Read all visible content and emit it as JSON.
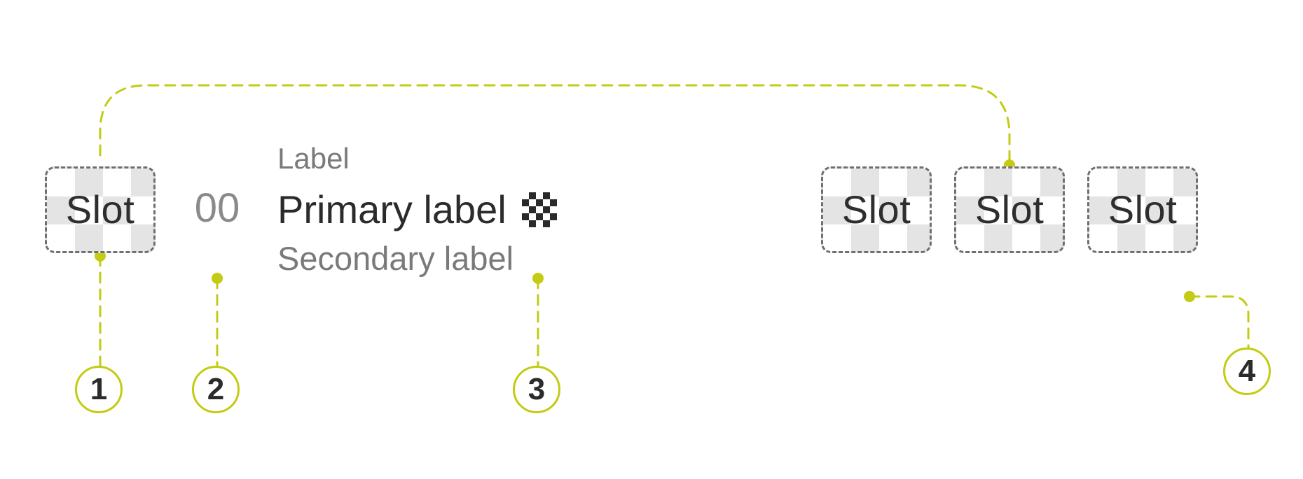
{
  "slots": {
    "leading": "Slot",
    "trailing": [
      "Slot",
      "Slot",
      "Slot"
    ]
  },
  "counter": "00",
  "labels": {
    "overline": "Label",
    "primary": "Primary label",
    "secondary": "Secondary label"
  },
  "icons": {
    "primary_trailing": "checkerboard-placeholder-icon"
  },
  "callouts": [
    "1",
    "2",
    "3",
    "4"
  ],
  "colors": {
    "accent": "#c3cb14",
    "slot_border": "#6f6f6f",
    "checker": "#e4e4e4",
    "text_primary": "#2b2b2b",
    "text_secondary": "#7a7a7a"
  }
}
